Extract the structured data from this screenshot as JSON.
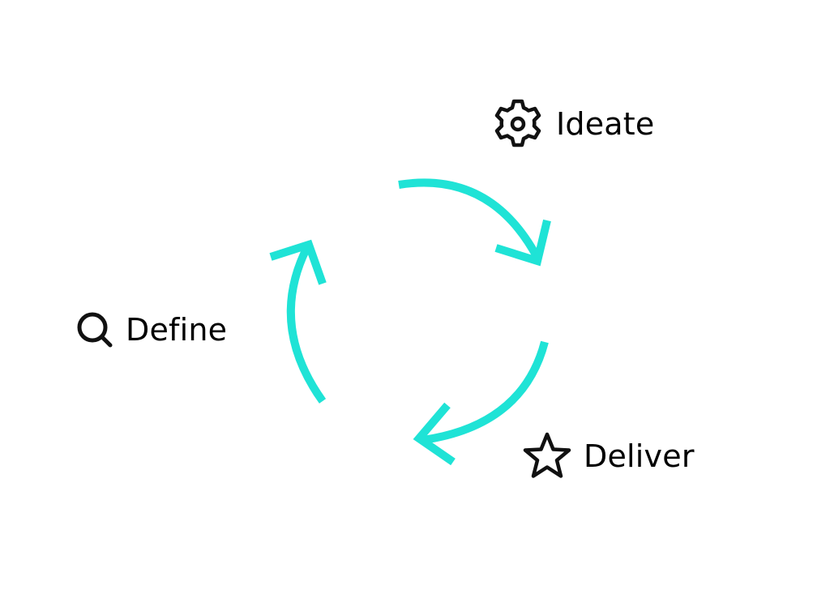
{
  "colors": {
    "arrow": "#1fe3d6",
    "icon": "#111111",
    "text": "#111111",
    "background": "#ffffff"
  },
  "stages": {
    "ideate": {
      "label": "Ideate",
      "icon": "gear-icon"
    },
    "define": {
      "label": "Define",
      "icon": "search-icon"
    },
    "deliver": {
      "label": "Deliver",
      "icon": "star-icon"
    }
  }
}
